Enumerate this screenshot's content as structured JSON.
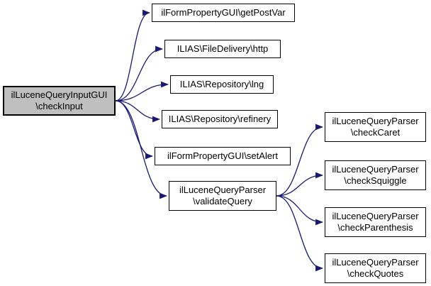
{
  "diagram": {
    "kind": "call-graph",
    "background_color": "#ffffff",
    "edge_color": "#191970",
    "node_border_color": "#000000",
    "default_node_fill": "#ffffff",
    "highlight_node_fill": "#bfbfbf",
    "nodes": [
      {
        "id": "checkInput",
        "label": "ilLuceneQueryInputGUI\n\\checkInput",
        "highlighted": true
      },
      {
        "id": "getPostVar",
        "label": "ilFormPropertyGUI\\getPostVar",
        "highlighted": false
      },
      {
        "id": "http",
        "label": "ILIAS\\FileDelivery\\http",
        "highlighted": false
      },
      {
        "id": "lng",
        "label": "ILIAS\\Repository\\lng",
        "highlighted": false
      },
      {
        "id": "refinery",
        "label": "ILIAS\\Repository\\refinery",
        "highlighted": false
      },
      {
        "id": "setAlert",
        "label": "ilFormPropertyGUI\\setAlert",
        "highlighted": false
      },
      {
        "id": "validateQuery",
        "label": "ilLuceneQueryParser\n\\validateQuery",
        "highlighted": false
      },
      {
        "id": "checkCaret",
        "label": "ilLuceneQueryParser\n\\checkCaret",
        "highlighted": false
      },
      {
        "id": "checkSquiggle",
        "label": "ilLuceneQueryParser\n\\checkSquiggle",
        "highlighted": false
      },
      {
        "id": "checkParenthesis",
        "label": "ilLuceneQueryParser\n\\checkParenthesis",
        "highlighted": false
      },
      {
        "id": "checkQuotes",
        "label": "ilLuceneQueryParser\n\\checkQuotes",
        "highlighted": false
      }
    ],
    "edges": [
      {
        "from": "checkInput",
        "to": "getPostVar"
      },
      {
        "from": "checkInput",
        "to": "http"
      },
      {
        "from": "checkInput",
        "to": "lng"
      },
      {
        "from": "checkInput",
        "to": "refinery"
      },
      {
        "from": "checkInput",
        "to": "setAlert"
      },
      {
        "from": "checkInput",
        "to": "validateQuery"
      },
      {
        "from": "validateQuery",
        "to": "checkCaret"
      },
      {
        "from": "validateQuery",
        "to": "checkSquiggle"
      },
      {
        "from": "validateQuery",
        "to": "checkParenthesis"
      },
      {
        "from": "validateQuery",
        "to": "checkQuotes"
      }
    ]
  }
}
